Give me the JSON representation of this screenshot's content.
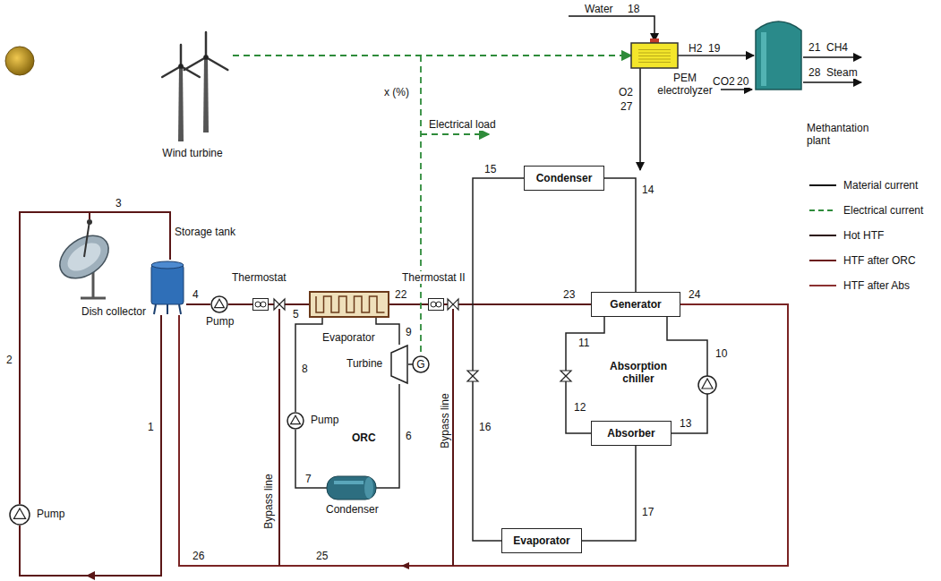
{
  "diagram": {
    "nodes": [
      {
        "text": [
          "Wind turbine"
        ]
      },
      {
        "text": [
          "PEM electrolyzer"
        ]
      },
      {
        "text": [
          "Methantation plant"
        ]
      },
      {
        "text": [
          "Dish collector"
        ]
      },
      {
        "text": [
          "Storage tank"
        ]
      },
      {
        "text": [
          "Pump"
        ]
      },
      {
        "text": [
          "Thermostat"
        ]
      },
      {
        "text": [
          "Evaporator"
        ]
      },
      {
        "text": [
          "Turbine"
        ]
      },
      {
        "text": [
          "Condenser"
        ]
      },
      {
        "text": [
          "Pump"
        ]
      },
      {
        "text": [
          "Thermostat II"
        ]
      },
      {
        "text": [
          "Condenser"
        ]
      },
      {
        "text": [
          "Generator"
        ]
      },
      {
        "text": [
          "Absorber"
        ]
      },
      {
        "text": [
          "Evaporator"
        ]
      },
      {
        "text": [
          "Pump"
        ]
      }
    ],
    "edges": [
      {
        "from": 0,
        "to": 1,
        "arrow": "to"
      },
      {
        "from": 1,
        "to": 2,
        "label": "H2",
        "arrow": "to"
      },
      {
        "from": 16,
        "to": 3,
        "label": "2",
        "arrow": "none"
      },
      {
        "from": 3,
        "to": 4,
        "label": "3",
        "arrow": "none"
      },
      {
        "from": 4,
        "to": 16,
        "label": "1",
        "arrow": "none"
      },
      {
        "from": 4,
        "to": 5,
        "label": "4",
        "arrow": "none"
      },
      {
        "from": 5,
        "to": 6,
        "arrow": "none"
      },
      {
        "from": 6,
        "to": 7,
        "label": "5",
        "arrow": "none"
      },
      {
        "from": 7,
        "to": 11,
        "label": "22",
        "arrow": "none"
      },
      {
        "from": 11,
        "to": 13,
        "label": "23",
        "arrow": "none"
      },
      {
        "from": 7,
        "to": 8,
        "label": "9",
        "arrow": "none"
      },
      {
        "from": 8,
        "to": 9,
        "label": "6",
        "arrow": "none"
      },
      {
        "from": 9,
        "to": 10,
        "label": "7",
        "arrow": "none"
      },
      {
        "from": 10,
        "to": 7,
        "label": "8",
        "arrow": "none"
      },
      {
        "from": 13,
        "to": 12,
        "label": "14",
        "arrow": "none"
      },
      {
        "from": 12,
        "to": 15,
        "label": "15",
        "arrow": "none"
      },
      {
        "from": 15,
        "to": 14,
        "label": "17",
        "arrow": "none"
      },
      {
        "from": 14,
        "to": 13,
        "label": "13",
        "arrow": "none"
      },
      {
        "from": 13,
        "to": 14,
        "label": "11",
        "arrow": "none"
      },
      {
        "from": 13,
        "to": 4,
        "label": "24",
        "arrow": "none"
      }
    ],
    "labels": [
      "Water",
      "18",
      "19",
      "CO2",
      "20",
      "21",
      "CH4",
      "28",
      "Steam",
      "O2",
      "27",
      "x (%)",
      "Electrical load",
      "G",
      "ORC",
      "Bypass line",
      "Bypass line",
      "Absorption chiller",
      "16",
      "12",
      "10",
      "25",
      "26"
    ],
    "legend": [
      {
        "text": "Material current"
      },
      {
        "text": "Electrical current"
      },
      {
        "text": "Hot HTF"
      },
      {
        "text": "HTF after ORC"
      },
      {
        "text": "HTF after Abs"
      }
    ]
  }
}
